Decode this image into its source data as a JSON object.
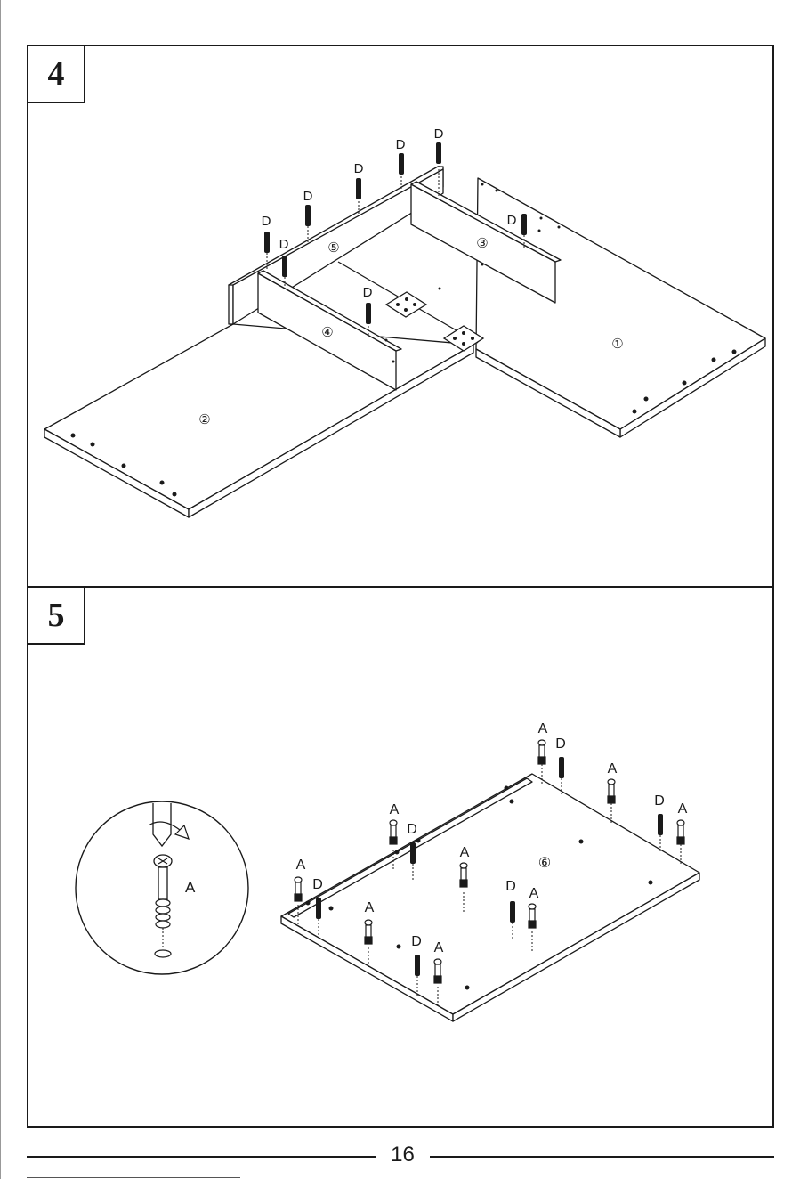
{
  "steps": [
    {
      "number": "4",
      "screw_label": "D",
      "parts": [
        "①",
        "②",
        "③",
        "④",
        "⑤"
      ]
    },
    {
      "number": "5",
      "screw_label": "D",
      "cam_bolt_label": "A",
      "detail_label": "A",
      "parts": [
        "⑥"
      ]
    }
  ],
  "footer": {
    "page_number": "16"
  }
}
